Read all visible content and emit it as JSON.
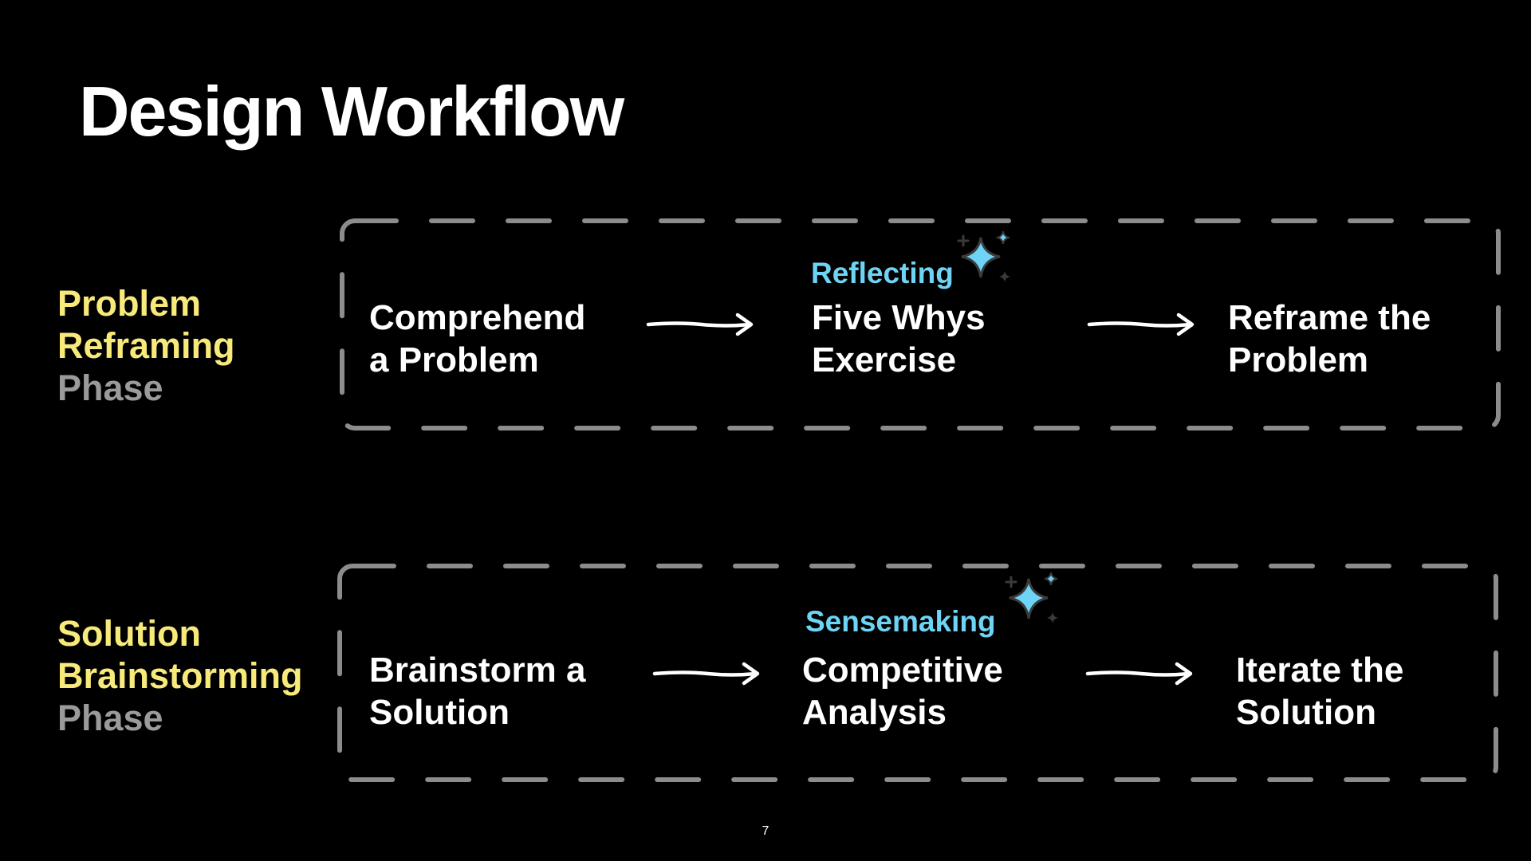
{
  "slide": {
    "title": "Design Workflow",
    "page_number": "7"
  },
  "phases": [
    {
      "label_line1": "Problem",
      "label_line2": "Reframing",
      "label_line3": "Phase",
      "steps": [
        {
          "line1": "Comprehend",
          "line2": "a Problem"
        },
        {
          "tag": "Reflecting",
          "line1": "Five Whys",
          "line2": "Exercise"
        },
        {
          "line1": "Reframe the",
          "line2": "Problem"
        }
      ]
    },
    {
      "label_line1": "Solution",
      "label_line2": "Brainstorming",
      "label_line3": "Phase",
      "steps": [
        {
          "line1": "Brainstorm a",
          "line2": "Solution"
        },
        {
          "tag": "Sensemaking",
          "line1": "Competitive",
          "line2": "Analysis"
        },
        {
          "line1": "Iterate the",
          "line2": "Solution"
        }
      ]
    }
  ],
  "colors": {
    "background": "#000000",
    "phase_highlight": "#f8ea7a",
    "phase_muted": "#9a9a9a",
    "tag": "#6ed4f5",
    "frame_dash": "#8c8c8c",
    "text": "#ffffff"
  },
  "icons": {
    "sparkle": "sparkle-icon",
    "arrow": "arrow-right-icon"
  }
}
